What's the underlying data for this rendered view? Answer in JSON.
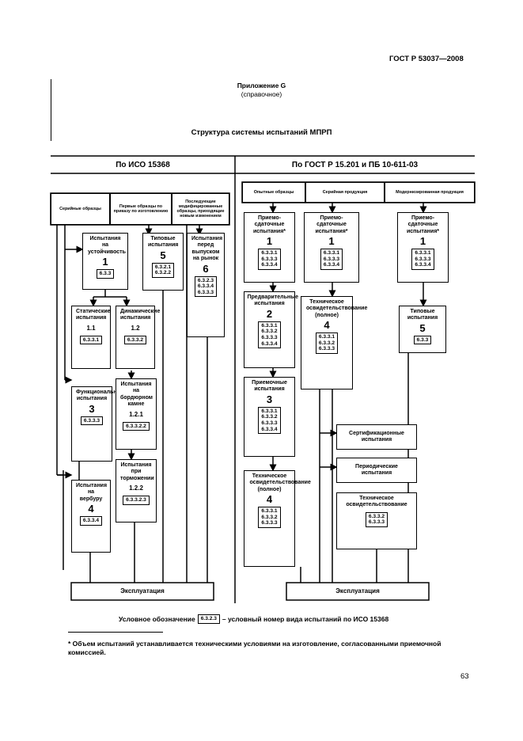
{
  "header": {
    "doc_number": "ГОСТ Р 53037—2008"
  },
  "appendix": {
    "title": "Приложение G",
    "subtitle": "(справочное)"
  },
  "section_title": "Структура системы испытаний МПРП",
  "left": {
    "heading": "По ИСО 15368",
    "col_headers": [
      "Серийные образцы",
      "Первые образцы по приказу по изготовлению",
      "Последующие модифицированные образцы, приходящие новым изменением"
    ],
    "b1": {
      "label": "Испытания на устойчивость",
      "num": "1",
      "codes": [
        "6.3.3"
      ]
    },
    "b5": {
      "label": "Типовые испытания",
      "num": "5",
      "codes": [
        "6.3.2.1",
        "6.3.2.2"
      ]
    },
    "b6": {
      "label": "Испытания перед выпуском на рынок",
      "num": "6",
      "codes": [
        "6.3.2.3",
        "6.3.3.4",
        "6.3.3.3"
      ]
    },
    "b11": {
      "label": "Статические испытания",
      "num": "1.1",
      "codes": [
        "6.3.3.1"
      ]
    },
    "b12": {
      "label": "Динамические испытания",
      "num": "1.2",
      "codes": [
        "6.3.3.2"
      ]
    },
    "b3": {
      "label": "Функциональные испытания",
      "num": "3",
      "codes": [
        "6.3.3.3"
      ]
    },
    "b121": {
      "label": "Испытания на бордюрном камне",
      "num": "1.2.1",
      "codes": [
        "6.3.3.2.2"
      ]
    },
    "b122": {
      "label": "Испытания при торможении",
      "num": "1.2.2",
      "codes": [
        "6.3.3.2.3"
      ]
    },
    "b4": {
      "label": "Испытания на вербуру",
      "num": "4",
      "codes": [
        "6.3.3.4"
      ]
    },
    "exploitation": "Эксплуатация"
  },
  "right": {
    "heading": "По ГОСТ Р 15.201 и ПБ 10-611-03",
    "col_headers": [
      "Опытные образцы",
      "Серийная продукция",
      "Модернизированная продукция"
    ],
    "p1a": {
      "label": "Приемо-сдаточные испытания*",
      "num": "1",
      "codes": [
        "6.3.3.1",
        "6.3.3.3",
        "6.3.3.4"
      ]
    },
    "p1b": {
      "label": "Приемо-сдаточные испытания*",
      "num": "1",
      "codes": [
        "6.3.3.1",
        "6.3.3.3",
        "6.3.3.4"
      ]
    },
    "p1c": {
      "label": "Приемо-сдаточные испытания*",
      "num": "1",
      "codes": [
        "6.3.3.1",
        "6.3.3.3",
        "6.3.3.4"
      ]
    },
    "p2": {
      "label": "Предварительные испытания",
      "num": "2",
      "codes": [
        "6.3.3.1",
        "6.3.3.2",
        "6.3.3.3",
        "6.3.3.4"
      ]
    },
    "p4a": {
      "label": "Техническое освидетельствование (полное)",
      "num": "4",
      "codes": [
        "6.3.3.1",
        "6.3.3.2",
        "6.3.3.3"
      ]
    },
    "p5": {
      "label": "Типовые испытания",
      "num": "5",
      "codes": [
        "6.3.3"
      ]
    },
    "p3": {
      "label": "Приемочные испытания",
      "num": "3",
      "codes": [
        "6.3.3.1",
        "6.3.3.2",
        "6.3.3.3",
        "6.3.3.4"
      ]
    },
    "cert": "Сертификационные испытания",
    "period": "Периодические испытания",
    "p4b": {
      "label": "Техническое освидетельствование (полное)",
      "num": "4",
      "codes": [
        "6.3.3.1",
        "6.3.3.2",
        "6.3.3.3"
      ]
    },
    "tech": {
      "label": "Техническое освидетельствование",
      "codes": [
        "6.3.3.2",
        "6.3.3.3"
      ]
    },
    "exploitation": "Эксплуатация"
  },
  "legend": {
    "prefix": "Условное обозначение",
    "code": "6.3.2.3",
    "suffix": "– условный номер вида испытаний по ИСО 15368"
  },
  "footnote": "* Объем испытаний устанавливается техническими условиями на изготовление, согласованными приемочной комиссией.",
  "page_number": "63"
}
